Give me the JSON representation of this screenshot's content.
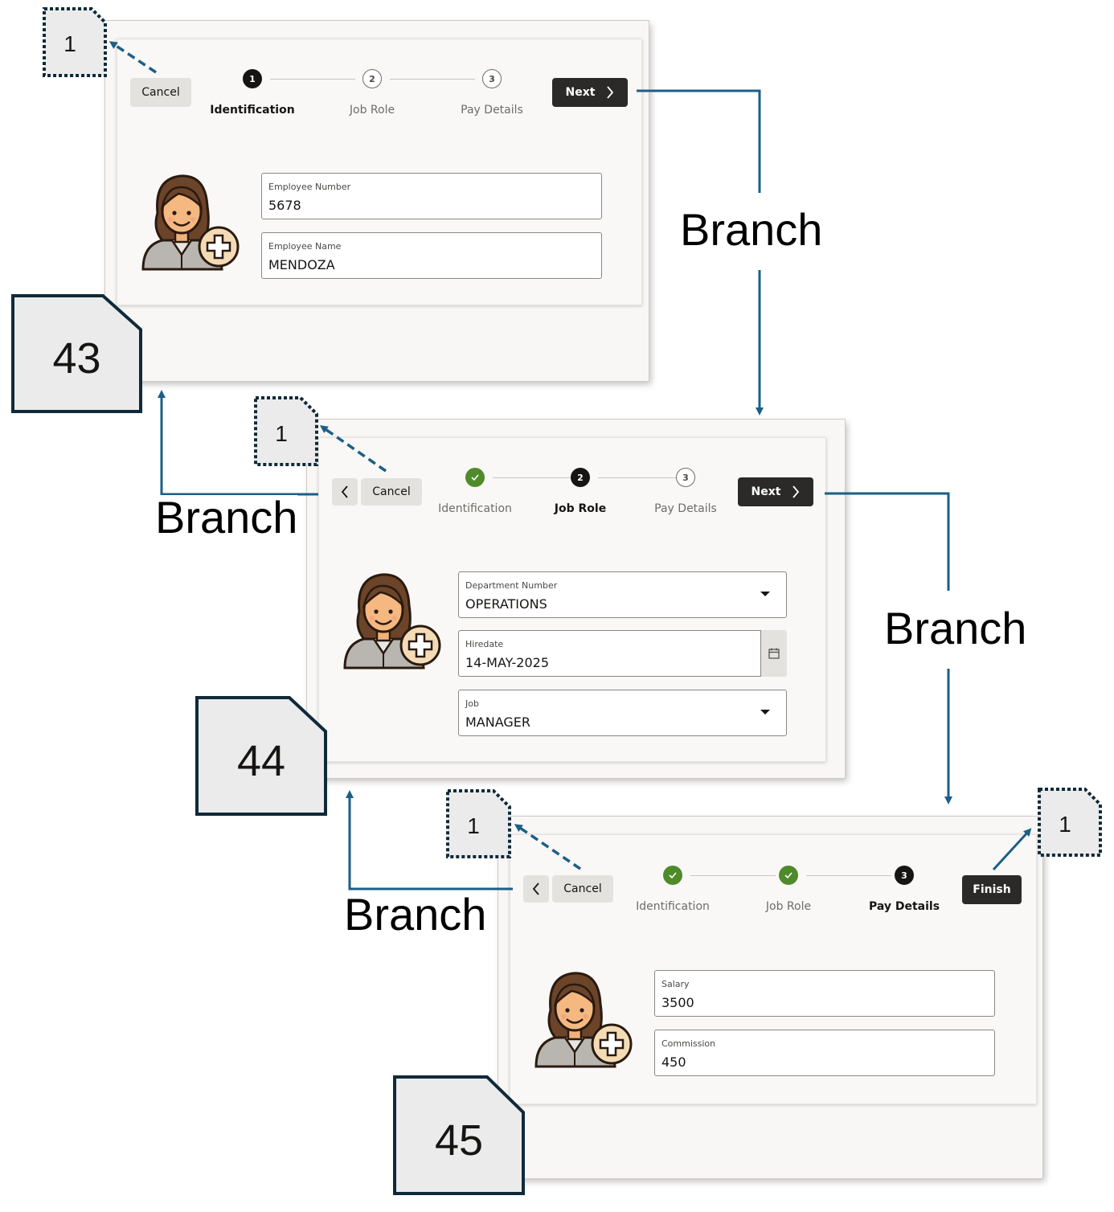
{
  "shared": {
    "cancel_label": "Cancel",
    "next_label": "Next",
    "finish_label": "Finish",
    "branch_label": "Branch",
    "callout_number": "1",
    "step_labels": [
      "Identification",
      "Job Role",
      "Pay Details"
    ],
    "step_numbers": [
      "1",
      "2",
      "3"
    ]
  },
  "screen43": {
    "page_number": "43",
    "current_step": 1,
    "fields": [
      {
        "label": "Employee Number",
        "value": "5678"
      },
      {
        "label": "Employee Name",
        "value": "MENDOZA"
      }
    ]
  },
  "screen44": {
    "page_number": "44",
    "current_step": 2,
    "fields": [
      {
        "label": "Department Number",
        "value": "OPERATIONS"
      },
      {
        "label": "Hiredate",
        "value": "14-MAY-2025"
      },
      {
        "label": "Job",
        "value": "MANAGER"
      }
    ]
  },
  "screen45": {
    "page_number": "45",
    "current_step": 3,
    "fields": [
      {
        "label": "Salary",
        "value": "3500"
      },
      {
        "label": "Commission",
        "value": "450"
      }
    ]
  },
  "colors": {
    "arrow": "#1b5f86",
    "callout_border": "#0f2a3a",
    "step_done": "#4f8a2b",
    "button_dark": "#2b2a28"
  },
  "icons": [
    "checkmark-icon",
    "chevron-right-icon",
    "chevron-left-icon",
    "calendar-icon",
    "add-person-icon",
    "caret-down-icon"
  ]
}
